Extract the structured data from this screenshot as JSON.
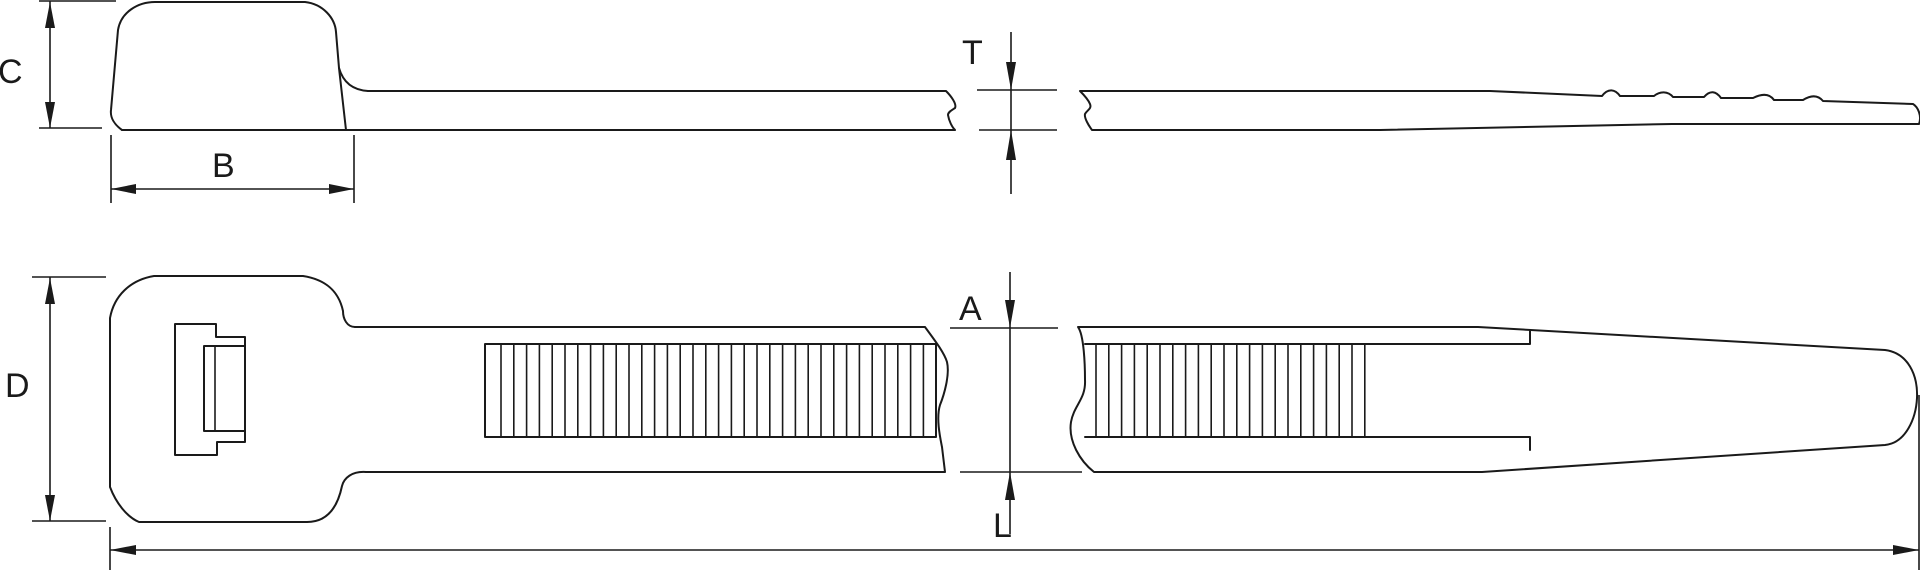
{
  "drawing": {
    "labels": {
      "c": "C",
      "b": "B",
      "t": "T",
      "a": "A",
      "d": "D",
      "l": "L"
    },
    "colors": {
      "line": "#1a1a1a",
      "background": "#ffffff"
    }
  }
}
